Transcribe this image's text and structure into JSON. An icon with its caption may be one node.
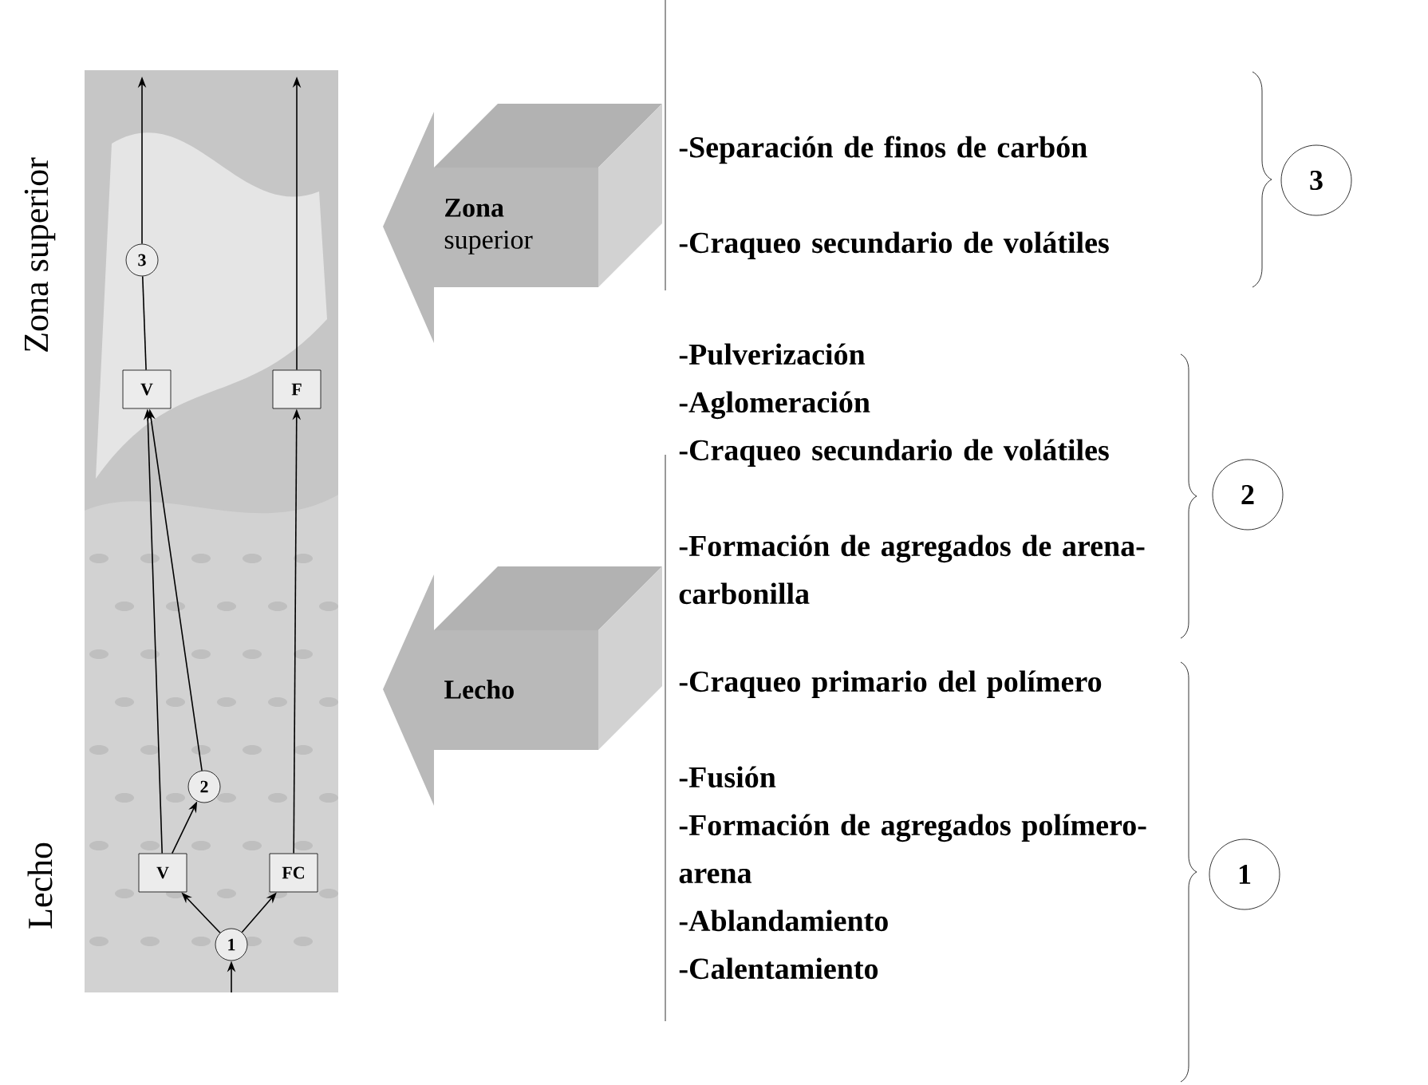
{
  "diagram": {
    "nodes": [
      {
        "text": [
          "1"
        ]
      },
      {
        "text": [
          "V"
        ]
      },
      {
        "text": [
          "FC"
        ]
      },
      {
        "text": [
          "2"
        ]
      },
      {
        "text": [
          "V"
        ]
      },
      {
        "text": [
          "F"
        ]
      },
      {
        "text": [
          "3"
        ]
      },
      {
        "text": [
          "**Zona** superior"
        ]
      },
      {
        "text": [
          "Lecho"
        ]
      },
      {
        "text": [
          "3"
        ]
      },
      {
        "text": [
          "2"
        ]
      },
      {
        "text": [
          "1"
        ]
      }
    ],
    "edges": [
      {
        "from": null,
        "to": 0,
        "arrow": "to"
      },
      {
        "from": 0,
        "to": 1,
        "arrow": "to"
      },
      {
        "from": 0,
        "to": 2,
        "arrow": "to"
      },
      {
        "from": 1,
        "to": 3,
        "arrow": "to"
      },
      {
        "from": 1,
        "to": 4,
        "arrow": "to"
      },
      {
        "from": 3,
        "to": 4,
        "arrow": "to"
      },
      {
        "from": 2,
        "to": 5,
        "arrow": "to"
      },
      {
        "from": 4,
        "to": 6,
        "arrow": "none"
      },
      {
        "from": 6,
        "to": null,
        "arrow": "to"
      },
      {
        "from": 5,
        "to": null,
        "arrow": "to"
      }
    ],
    "labels": [
      "Zona superior",
      "Lecho",
      "-Separación de finos de carbón",
      "-Craqueo secundario de volátiles",
      "-Pulverización",
      "-Aglomeración",
      "-Craqueo secundario de volátiles",
      "-Formación de agregados de arena-carbonilla",
      "-Craqueo primario del polímero",
      "-Fusión",
      "-Formación de agregados polímero-arena",
      "-Ablandamiento",
      "-Calentamiento"
    ]
  }
}
